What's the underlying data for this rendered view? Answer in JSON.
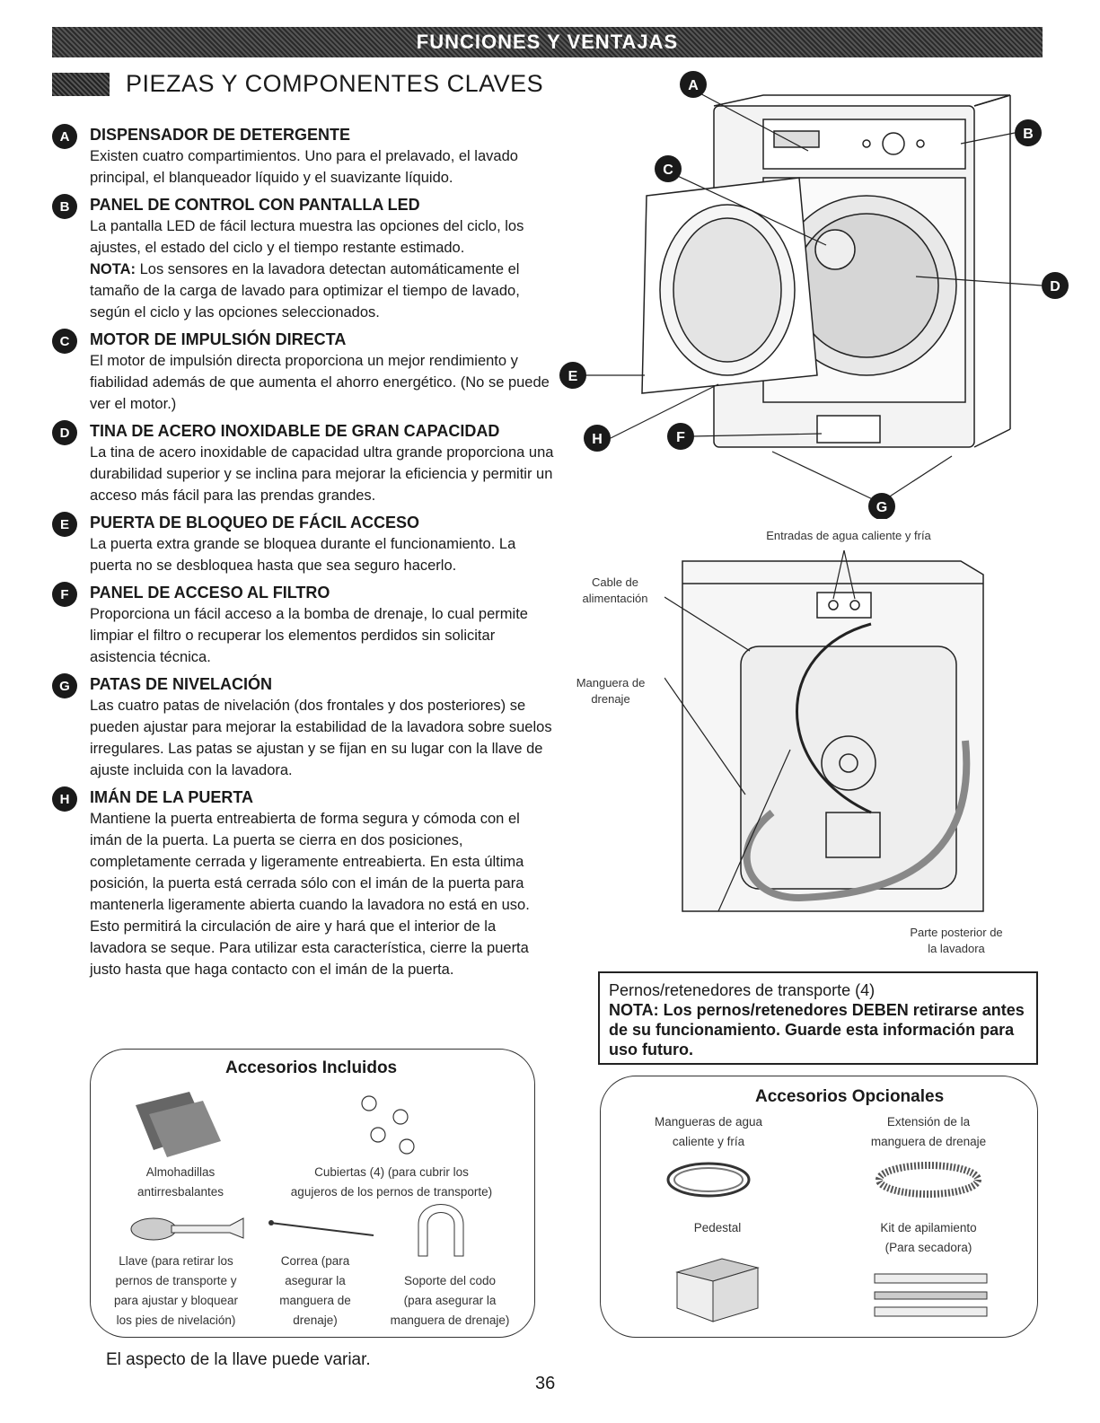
{
  "header": {
    "banner": "FUNCIONES Y VENTAJAS",
    "section_title": "PIEZAS Y COMPONENTES CLAVES"
  },
  "items": [
    {
      "letter": "A",
      "title": "DISPENSADOR DE DETERGENTE",
      "text": "Existen cuatro compartimientos. Uno para el prelavado, el lavado principal, el blanqueador líquido y el suavizante líquido."
    },
    {
      "letter": "B",
      "title": "PANEL DE CONTROL CON PANTALLA LED",
      "text": "La pantalla LED de fácil lectura muestra las opciones del ciclo, los ajustes, el estado del ciclo y el tiempo restante estimado.",
      "note_label": "NOTA:",
      "note": " Los sensores en la lavadora detectan automáticamente el tamaño de la carga de lavado para optimizar el tiempo de lavado, según el ciclo y las opciones seleccionados."
    },
    {
      "letter": "C",
      "title": "MOTOR DE IMPULSIÓN DIRECTA",
      "text": "El motor de impulsión directa proporciona un mejor rendimiento y fiabilidad además de que aumenta el ahorro energético. (No se puede ver el motor.)"
    },
    {
      "letter": "D",
      "title": "TINA DE ACERO INOXIDABLE DE GRAN CAPACIDAD",
      "text": "La tina de acero inoxidable de capacidad ultra grande proporciona una durabilidad superior y se inclina para mejorar la eficiencia y permitir un acceso más fácil para las prendas grandes."
    },
    {
      "letter": "E",
      "title": "PUERTA DE BLOQUEO DE FÁCIL ACCESO",
      "text": "La puerta extra grande se bloquea durante el funcionamiento. La puerta no se desbloquea hasta que sea seguro hacerlo."
    },
    {
      "letter": "F",
      "title": "PANEL DE ACCESO AL FILTRO",
      "text": "Proporciona un fácil acceso a la bomba de drenaje, lo cual permite limpiar el filtro o recuperar los elementos perdidos sin solicitar asistencia técnica."
    },
    {
      "letter": "G",
      "title": "PATAS DE NIVELACIÓN",
      "text": "Las cuatro patas de nivelación (dos frontales y dos posteriores) se pueden ajustar para mejorar la estabilidad de la lavadora sobre suelos irregulares. Las patas se ajustan y se fijan en su lugar con la llave de ajuste incluida con la lavadora."
    },
    {
      "letter": "H",
      "title": "IMÁN DE LA PUERTA",
      "text": "Mantiene la puerta entreabierta de forma segura y cómoda con el imán de la puerta. La puerta se cierra en dos posiciones, completamente cerrada y ligeramente entreabierta. En esta última posición, la puerta está cerrada sólo con el imán de la puerta para mantenerla ligeramente abierta cuando la lavadora no está en uso. Esto permitirá la circulación de aire y hará que el interior de la lavadora se seque. Para utilizar esta característica, cierre la puerta justo hasta que haga contacto con el imán de la puerta."
    }
  ],
  "front_figure": {
    "callouts": [
      "A",
      "B",
      "C",
      "D",
      "E",
      "H",
      "F",
      "G"
    ]
  },
  "rear_figure": {
    "water_inlets": "Entradas de agua caliente y fría",
    "power_cord": [
      "Cable de",
      "alimentación"
    ],
    "drain_hose": [
      "Manguera de",
      "drenaje"
    ],
    "rear_label": [
      "Parte posterior de",
      "la lavadora"
    ]
  },
  "transport": {
    "line1": "Pernos/retenedores de transporte (4)",
    "line2": "NOTA: Los pernos/retenedores DEBEN retirarse antes de su funcionamiento. Guarde esta información para uso futuro."
  },
  "included": {
    "title": "Accesorios Incluidos",
    "pads": [
      "Almohadillas",
      "antirresbalantes"
    ],
    "covers": [
      "Cubiertas (4) (para cubrir los",
      "agujeros de los pernos de transporte)"
    ],
    "wrench": [
      "Llave (para retirar los",
      "pernos de transporte y",
      "para ajustar y bloquear",
      "los pies de nivelación)"
    ],
    "strap": [
      "Correa (para",
      "asegurar la",
      "manguera de",
      "drenaje)"
    ],
    "elbow": [
      "Soporte del codo",
      "(para asegurar la",
      "manguera de drenaje)"
    ]
  },
  "optional": {
    "title": "Accesorios Opcionales",
    "hoses": [
      "Mangueras de agua",
      "caliente y fría"
    ],
    "extension": [
      "Extensión de la",
      "manguera de drenaje"
    ],
    "pedestal": "Pedestal",
    "stacking": [
      "Kit de apilamiento",
      "(Para secadora)"
    ]
  },
  "footer": {
    "note": "El aspecto de la llave puede variar.",
    "page": "36"
  }
}
